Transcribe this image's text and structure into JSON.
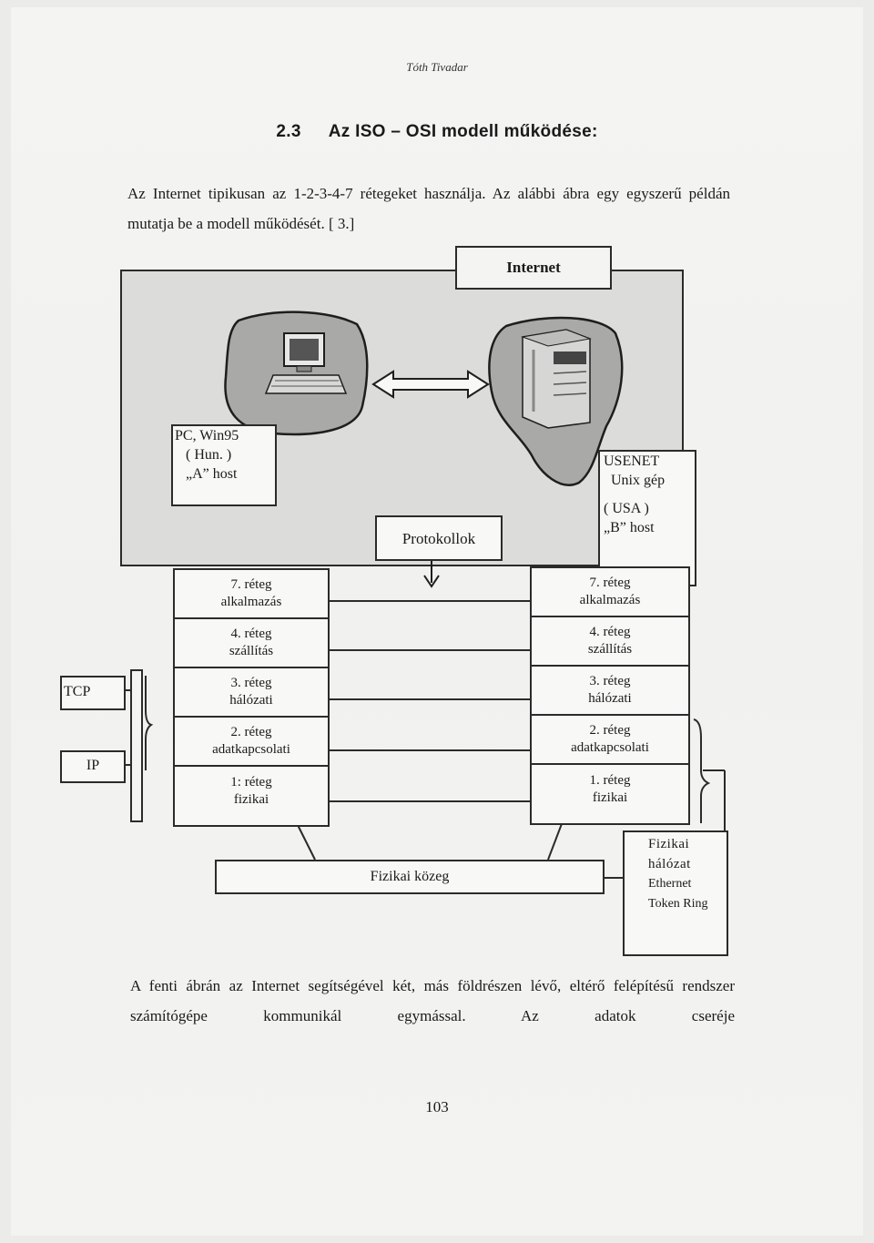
{
  "header": {
    "author": "Tóth Tivadar"
  },
  "section": {
    "number": "2.3",
    "title": "Az ISO – OSI modell működése:"
  },
  "intro_text": "Az Internet tipikusan az 1-2-3-4-7 rétegeket használja. Az alábbi ábra egy egyszerű példán mutatja be a modell működését. [ 3.]",
  "diagram": {
    "internet_label": "Internet",
    "host_a": {
      "lines": [
        "PC, Win95",
        "( Hun. )",
        "„A” host"
      ],
      "icon": "computer-icon"
    },
    "host_b": {
      "lines": [
        "USENET",
        "Unix gép",
        "( USA )",
        "„B” host"
      ],
      "icon": "server-icon"
    },
    "protocols_label": "Protokollok",
    "stack_a_layers": [
      {
        "name": "7. réteg",
        "desc": "alkalmazás"
      },
      {
        "name": "4. réteg",
        "desc": "szállítás"
      },
      {
        "name": "3. réteg",
        "desc": "hálózati"
      },
      {
        "name": "2. réteg",
        "desc": "adatkapcsolati"
      },
      {
        "name": "1: réteg",
        "desc": "fizikai"
      }
    ],
    "stack_b_layers": [
      {
        "name": "7. réteg",
        "desc": "alkalmazás"
      },
      {
        "name": "4. réteg",
        "desc": "szállítás"
      },
      {
        "name": "3. réteg",
        "desc": "hálózati"
      },
      {
        "name": "2. réteg",
        "desc": "adatkapcsolati"
      },
      {
        "name": "1. réteg",
        "desc": "fizikai"
      }
    ],
    "tcp_label": "TCP",
    "ip_label": "IP",
    "medium_label": "Fizikai közeg",
    "physical_network": {
      "title1": "Fizikai",
      "title2": "hálózat",
      "items": [
        "Ethernet",
        "Token Ring"
      ]
    }
  },
  "body_text": "A fenti ábrán az Internet segítségével két, más földrészen lévő, eltérő felépítésű rendszer számítógépe kommunikál egymással. Az adatok cseréje",
  "page_number": "103"
}
